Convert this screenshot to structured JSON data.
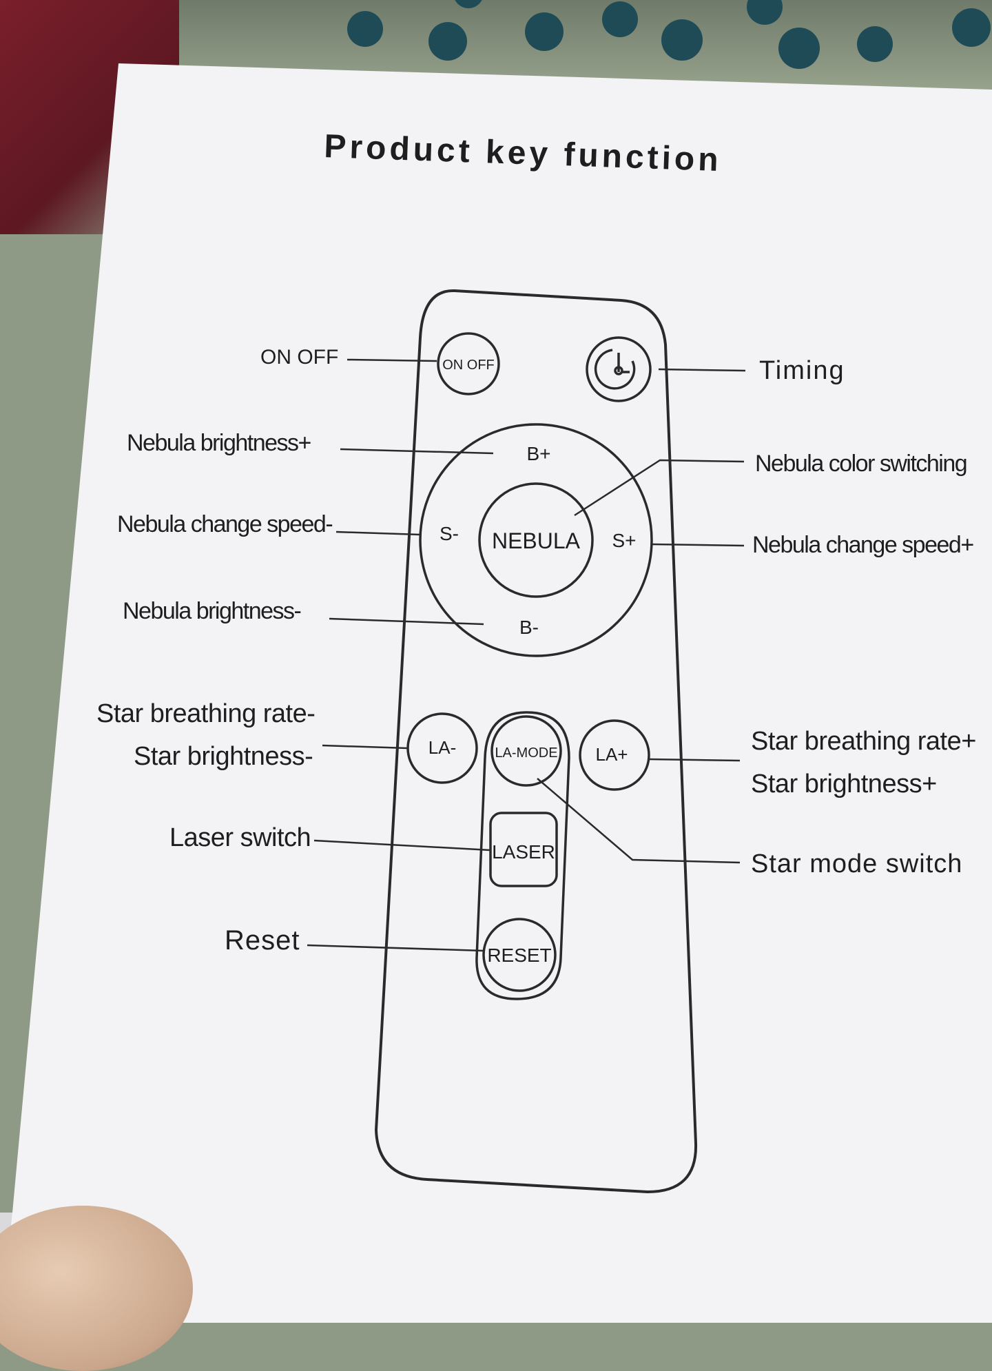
{
  "title": "Product key function",
  "remote_keys": {
    "on_off": "ON OFF",
    "b_plus": "B+",
    "b_minus": "B-",
    "s_minus": "S-",
    "s_plus": "S+",
    "nebula": "NEBULA",
    "la_minus": "LA-",
    "la_mode": "LA-MODE",
    "la_plus": "LA+",
    "laser": "LASER",
    "reset": "RESET"
  },
  "labels": {
    "on_off": "ON OFF",
    "timing": "Timing",
    "nebula_brightness_plus": "Nebula brightness+",
    "nebula_color_switching": "Nebula color switching",
    "nebula_change_speed_minus": "Nebula change speed-",
    "nebula_change_speed_plus": "Nebula change speed+",
    "nebula_brightness_minus": "Nebula brightness-",
    "star_breathing_rate_minus": "Star breathing rate-",
    "star_brightness_minus": "Star brightness-",
    "star_breathing_rate_plus": "Star breathing rate+",
    "star_brightness_plus": "Star brightness+",
    "laser_switch": "Laser switch",
    "star_mode_switch": "Star mode switch",
    "reset": "Reset"
  },
  "icons": {
    "timing_button": "timer-icon"
  }
}
